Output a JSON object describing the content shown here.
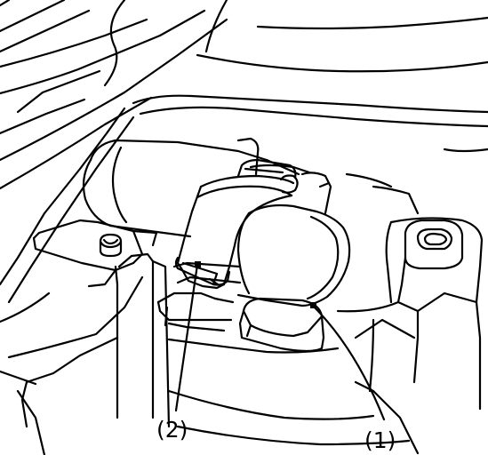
{
  "callouts": [
    {
      "id": "1",
      "label": "(1)",
      "target": "cylinder-canister"
    },
    {
      "id": "2",
      "label": "(2)",
      "target": "retaining-strap"
    }
  ],
  "colors": {
    "line": "#000000",
    "fill": "#ffffff"
  }
}
